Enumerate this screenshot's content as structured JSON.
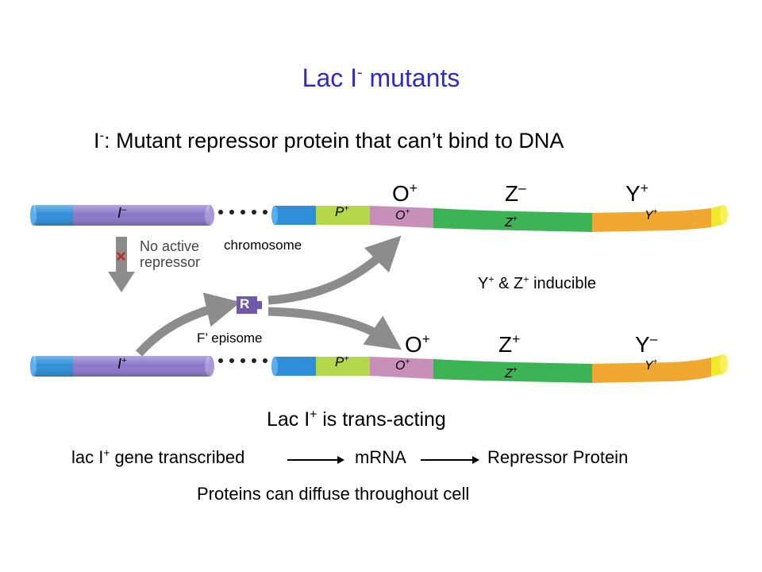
{
  "title": {
    "main": "Lac I",
    "sup": "-",
    "rest": " mutants"
  },
  "subtitle": {
    "main": "I",
    "sup": "-",
    "rest": ": Mutant repressor protein that can’t bind to DNA"
  },
  "top_row": {
    "gene_labels": [
      {
        "base": "O",
        "sup": "+"
      },
      {
        "base": "Z",
        "sup": "–"
      },
      {
        "base": "Y",
        "sup": "+"
      }
    ],
    "left_segment_label": {
      "base": "I",
      "sup": "–"
    },
    "right_segment_labels": [
      {
        "base": "P",
        "sup": "+"
      },
      {
        "base": "O",
        "sup": "+"
      },
      {
        "base": "Z",
        "sup": "+"
      },
      {
        "base": "Y",
        "sup": "+"
      }
    ]
  },
  "bottom_row": {
    "gene_labels": [
      {
        "base": "O",
        "sup": "+"
      },
      {
        "base": "Z",
        "sup": "+"
      },
      {
        "base": "Y",
        "sup": "–"
      }
    ],
    "left_segment_label": {
      "base": "I",
      "sup": "+"
    },
    "right_segment_labels": [
      {
        "base": "P",
        "sup": "+"
      },
      {
        "base": "O",
        "sup": "+"
      },
      {
        "base": "Z",
        "sup": "+"
      },
      {
        "base": "Y",
        "sup": "+"
      }
    ]
  },
  "no_active_repressor": "No active\nrepressor",
  "blocked_mark": "×",
  "chromosome_label": "chromosome",
  "episome_label": "F’ episome",
  "repressor_box_label": "R",
  "inducible_note": {
    "a": "Y",
    "a_sup": "+",
    "mid": " & Z",
    "b_sup": "+",
    "end": " inducible"
  },
  "trans_note": {
    "main": "Lac I",
    "sup": "+",
    "rest": " is trans-acting"
  },
  "flow": {
    "step1_main": "lac I",
    "step1_sup": "+",
    "step1_rest": " gene transcribed",
    "step2": "mRNA",
    "step3": "Repressor Protein"
  },
  "diffuse_note": "Proteins can diffuse throughout cell",
  "colors": {
    "title": "#2a2ad0",
    "blue": "#2f8fd8",
    "purple": "#8a78c8",
    "lime": "#b4d84a",
    "pink": "#c890b8",
    "green": "#3cb456",
    "orange": "#f0a830",
    "yellow": "#f0e82a",
    "arrow_gray": "#8c8c8c",
    "repressor_box": "#7058a8",
    "blocked_red": "#d02020"
  }
}
